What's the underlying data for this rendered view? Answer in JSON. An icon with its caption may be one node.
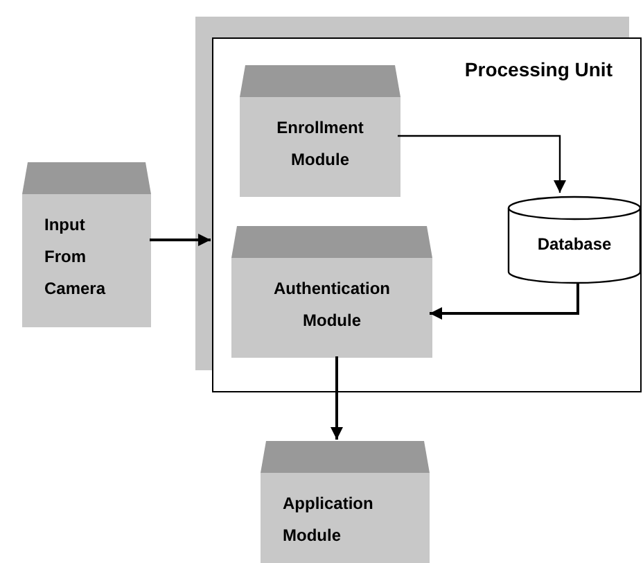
{
  "diagram": {
    "nodes": [
      {
        "text": [
          "Processing Unit"
        ]
      },
      {
        "text": [
          "Enrollment Module"
        ],
        "in": 0
      },
      {
        "text": [
          "Database"
        ],
        "in": 0
      },
      {
        "text": [
          "Authentication Module"
        ],
        "in": 0
      },
      {
        "text": [
          "Input From Camera"
        ]
      },
      {
        "text": [
          "Application Module"
        ]
      }
    ],
    "edges": [
      {
        "from": 4,
        "to": 0,
        "arrow": "to"
      },
      {
        "from": 1,
        "to": 2,
        "arrow": "to"
      },
      {
        "from": 2,
        "to": 3,
        "arrow": "to"
      },
      {
        "from": 3,
        "to": 5,
        "arrow": "to"
      }
    ]
  }
}
